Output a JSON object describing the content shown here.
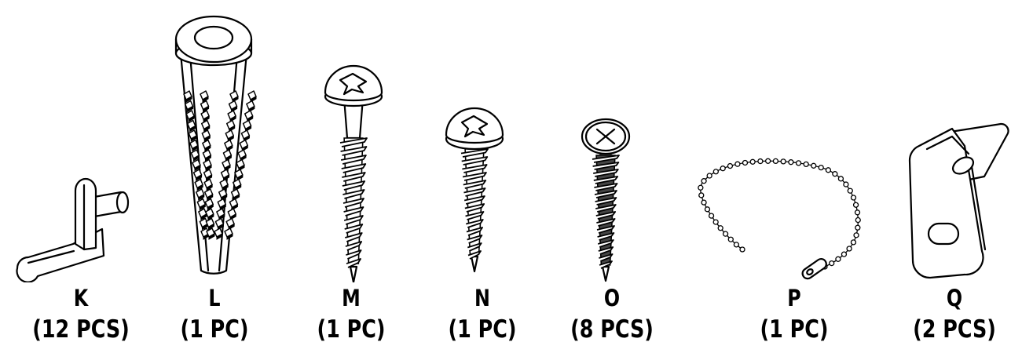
{
  "parts": [
    {
      "id": "k",
      "letter": "K",
      "qty": "(12 PCS)"
    },
    {
      "id": "l",
      "letter": "L",
      "qty": "(1 PC)"
    },
    {
      "id": "m",
      "letter": "M",
      "qty": "(1 PC)"
    },
    {
      "id": "n",
      "letter": "N",
      "qty": "(1 PC)"
    },
    {
      "id": "o",
      "letter": "O",
      "qty": "(8 PCS)"
    },
    {
      "id": "p",
      "letter": "P",
      "qty": "(1 PC)"
    },
    {
      "id": "q",
      "letter": "Q",
      "qty": "(2 PCS)"
    }
  ],
  "illustrations": [
    {
      "part": "K",
      "icon": "shelf-support-pin-icon"
    },
    {
      "part": "L",
      "icon": "wall-anchor-icon"
    },
    {
      "part": "M",
      "icon": "round-head-screw-icon"
    },
    {
      "part": "N",
      "icon": "round-head-screw-icon"
    },
    {
      "part": "O",
      "icon": "flat-head-screw-icon"
    },
    {
      "part": "P",
      "icon": "ball-chain-icon"
    },
    {
      "part": "Q",
      "icon": "angle-bracket-icon"
    }
  ]
}
